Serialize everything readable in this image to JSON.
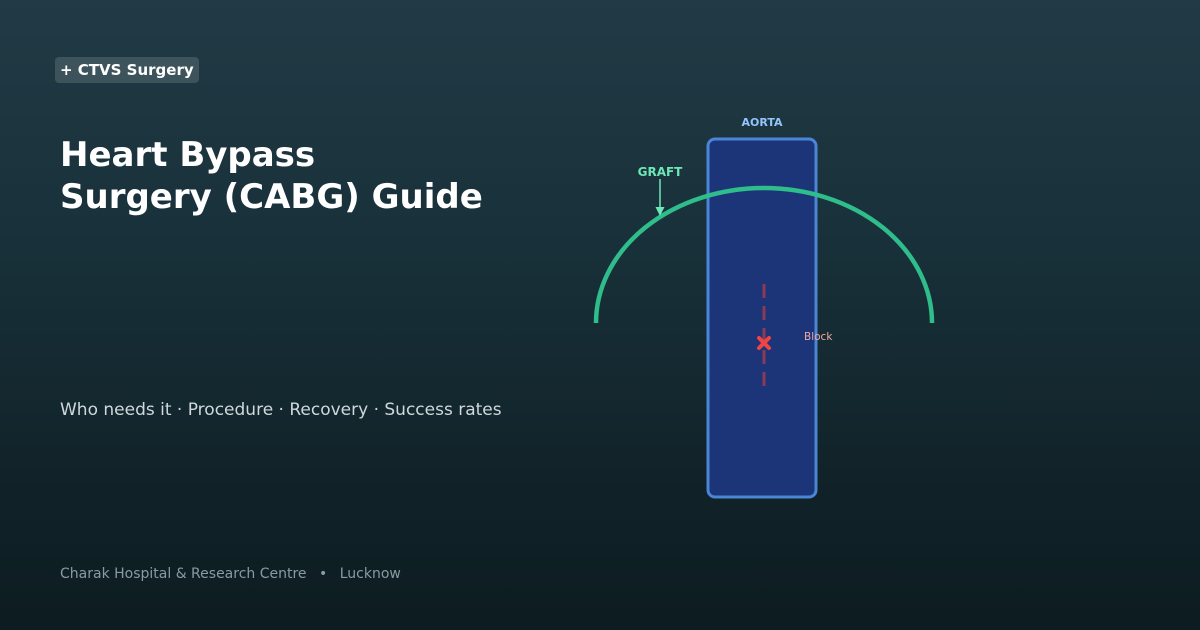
{
  "badge": {
    "label": "+ CTVS Surgery"
  },
  "title": {
    "line1": "Heart Bypass",
    "line2": "Surgery (CABG) Guide"
  },
  "subtitle": "Who needs it · Procedure · Recovery · Success rates",
  "footer": {
    "hospital": "Charak Hospital & Research Centre",
    "separator": "•",
    "city": "Lucknow"
  },
  "diagram": {
    "aorta_label": "AORTA",
    "graft_label": "GRAFT",
    "block_label": "Block",
    "block_icon": "cross-mark-icon"
  },
  "colors": {
    "aorta_fill": "#1c3478",
    "aorta_stroke": "#4a86d6",
    "aorta_label": "#93c5fd",
    "graft": "#2ebd8b",
    "graft_label": "#6ee7b7",
    "block_marker": "#ef4444",
    "block_dashes": "#8b3a55",
    "block_label": "#f0a8a8"
  }
}
